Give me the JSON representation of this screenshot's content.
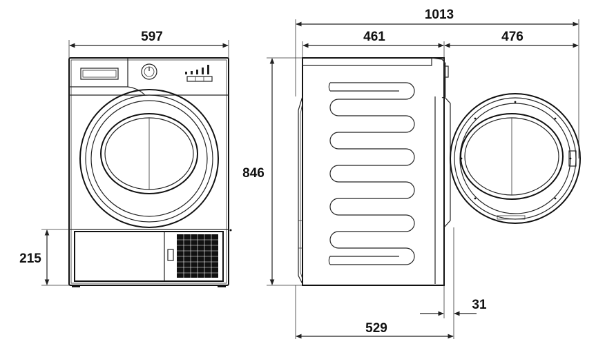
{
  "dimensions": {
    "front_width": "597",
    "plinth_height": "215",
    "overall_height": "846",
    "total_depth_door_open": "1013",
    "body_depth": "461",
    "door_open_extension": "476",
    "door_thickness": "31",
    "depth_with_door": "529"
  }
}
